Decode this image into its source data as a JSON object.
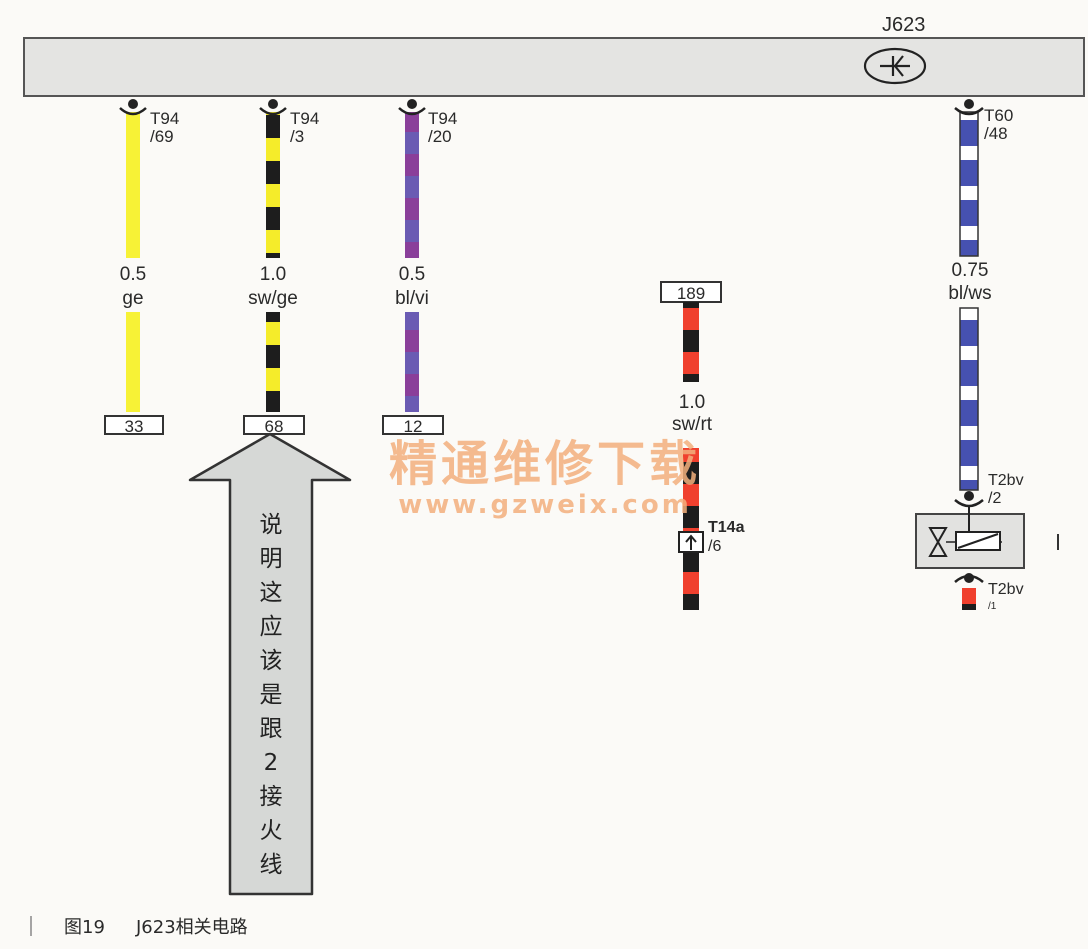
{
  "module": {
    "name": "J623"
  },
  "wires": [
    {
      "pin": "T94",
      "pin_no": "/69",
      "gauge": "0.5",
      "color_code": "ge",
      "terminal": "33",
      "colors": [
        "#f7f236"
      ]
    },
    {
      "pin": "T94",
      "pin_no": "/3",
      "gauge": "1.0",
      "color_code": "sw/ge",
      "terminal": "68",
      "colors": [
        "#f5ec2a",
        "#1d1d1d"
      ]
    },
    {
      "pin": "T94",
      "pin_no": "/20",
      "gauge": "0.5",
      "color_code": "bl/vi",
      "terminal": "12",
      "colors": [
        "#6a5bb3",
        "#8a3f9a"
      ]
    },
    {
      "pin": "",
      "pin_no": "",
      "gauge": "1.0",
      "color_code": "sw/rt",
      "terminal": "189",
      "colors": [
        "#f0402e",
        "#1d1d1d"
      ]
    },
    {
      "pin": "T60",
      "pin_no": "/48",
      "gauge": "0.75",
      "color_code": "bl/ws",
      "terminal": "",
      "colors": [
        "#4651b0",
        "#ffffff"
      ]
    }
  ],
  "connectors": {
    "t14a": {
      "name": "T14a",
      "pin_no": "/6"
    },
    "t2bv_top": {
      "name": "T2bv",
      "pin_no": "/2"
    },
    "t2bv_bottom": {
      "name": "T2bv",
      "pin_no": "/1"
    }
  },
  "arrow_note": [
    "说",
    "明",
    "这",
    "应",
    "该",
    "是",
    "跟",
    "2",
    "接",
    "火",
    "线"
  ],
  "watermark": {
    "line1": "精通维修下载",
    "line2": "www.gzweix.com"
  },
  "caption": {
    "figure": "图19",
    "title": "J623相关电路"
  }
}
